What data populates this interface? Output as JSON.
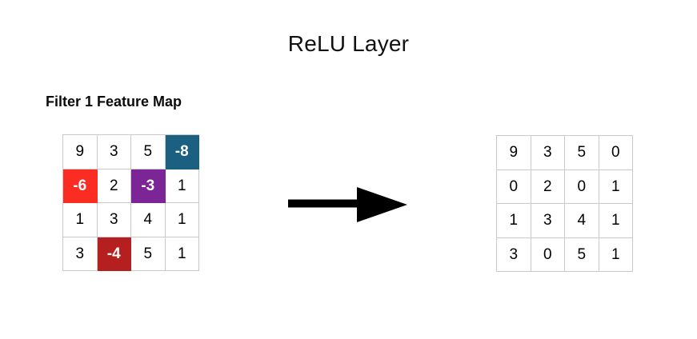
{
  "slide": {
    "title": "ReLU Layer",
    "background_color": "#ffffff"
  },
  "section": {
    "heading": "Filter 1 Feature Map"
  },
  "arrow": {
    "icon": "right-arrow-icon",
    "color": "#000000",
    "direction": "right"
  },
  "palette": {
    "teal": "#1b6080",
    "red": "#fb2c22",
    "purple": "#7b2596",
    "dark_red": "#b51f1f",
    "grid_line": "#c9c9c9",
    "text": "#000000",
    "highlight_text": "#ffffff"
  },
  "input_grid": {
    "name": "filter-1-feature-map",
    "rows": 4,
    "cols": 4,
    "cells": [
      [
        {
          "value": "9",
          "highlight": null
        },
        {
          "value": "3",
          "highlight": null
        },
        {
          "value": "5",
          "highlight": null
        },
        {
          "value": "-8",
          "highlight": "teal"
        }
      ],
      [
        {
          "value": "-6",
          "highlight": "red"
        },
        {
          "value": "2",
          "highlight": null
        },
        {
          "value": "-3",
          "highlight": "purple"
        },
        {
          "value": "1",
          "highlight": null
        }
      ],
      [
        {
          "value": "1",
          "highlight": null
        },
        {
          "value": "3",
          "highlight": null
        },
        {
          "value": "4",
          "highlight": null
        },
        {
          "value": "1",
          "highlight": null
        }
      ],
      [
        {
          "value": "3",
          "highlight": null
        },
        {
          "value": "-4",
          "highlight": "darkred"
        },
        {
          "value": "5",
          "highlight": null
        },
        {
          "value": "1",
          "highlight": null
        }
      ]
    ]
  },
  "output_grid": {
    "name": "rectified-feature-map",
    "rows": 4,
    "cols": 4,
    "cells": [
      [
        {
          "value": "9",
          "highlight": null
        },
        {
          "value": "3",
          "highlight": null
        },
        {
          "value": "5",
          "highlight": null
        },
        {
          "value": "0",
          "highlight": null
        }
      ],
      [
        {
          "value": "0",
          "highlight": null
        },
        {
          "value": "2",
          "highlight": null
        },
        {
          "value": "0",
          "highlight": null
        },
        {
          "value": "1",
          "highlight": null
        }
      ],
      [
        {
          "value": "1",
          "highlight": null
        },
        {
          "value": "3",
          "highlight": null
        },
        {
          "value": "4",
          "highlight": null
        },
        {
          "value": "1",
          "highlight": null
        }
      ],
      [
        {
          "value": "3",
          "highlight": null
        },
        {
          "value": "0",
          "highlight": null
        },
        {
          "value": "5",
          "highlight": null
        },
        {
          "value": "1",
          "highlight": null
        }
      ]
    ]
  }
}
